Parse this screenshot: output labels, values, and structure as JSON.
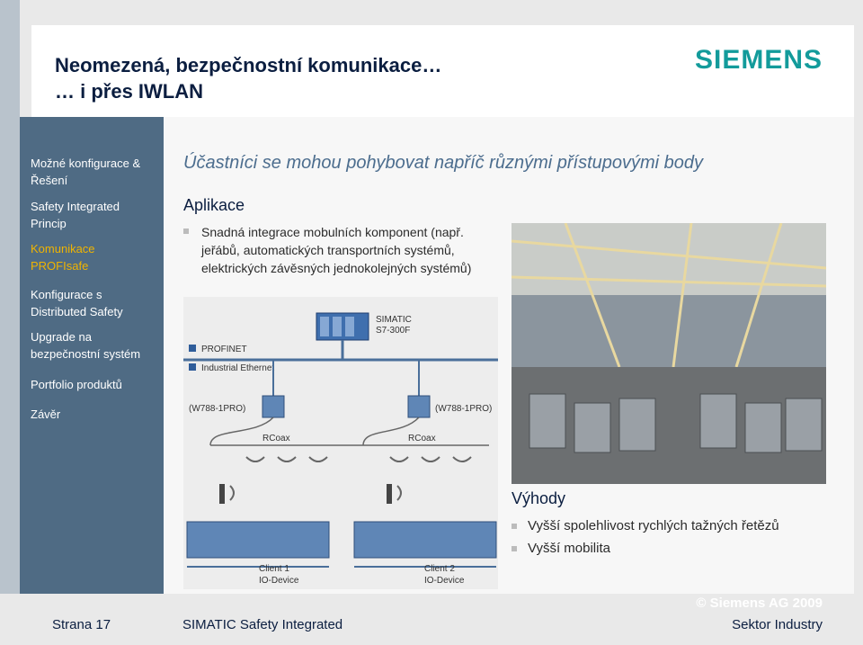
{
  "header": {
    "title_line1": "Neomezená, bezpečnostní komunikace…",
    "title_line2": "… i přes IWLAN",
    "logo": "SIEMENS"
  },
  "sidebar": {
    "items": [
      {
        "line1": "Možné konfigurace &",
        "line2": "Řešení",
        "active": false
      },
      {
        "line1": "Safety Integrated",
        "line2": "Princip",
        "active": false
      },
      {
        "line1": "Komunikace",
        "line2": "PROFIsafe",
        "active": true
      },
      {
        "line1": "Konfigurace s",
        "line2": "Distributed Safety",
        "active": false
      },
      {
        "line1": "Upgrade na",
        "line2": "bezpečnostní systém",
        "active": false
      },
      {
        "line1": "Portfolio produktů",
        "line2": "",
        "active": false
      },
      {
        "line1": "Závěr",
        "line2": "",
        "active": false
      }
    ]
  },
  "main": {
    "headline": "Účastníci se mohou pohybovat napříč různými přístupovými body",
    "section": "Aplikace",
    "bullet": "Snadná integrace mobulních komponent (např. jeřábů, automatických transportních systémů, elektrických závěsných jednokolejných systémů)"
  },
  "diagram": {
    "plc": "SIMATIC\nS7-300F",
    "profinet": "PROFINET",
    "ethernet": "Industrial Ethernet",
    "ap_left": "(W788-1PRO)",
    "ap_right": "(W788-1PRO)",
    "rcoax_left": "RCoax",
    "rcoax_right": "RCoax",
    "client1_a": "Client 1",
    "client1_b": "IO-Device",
    "client2_a": "Client 2",
    "client2_b": "IO-Device"
  },
  "advantages": {
    "title": "Výhody",
    "items": [
      "Vyšší spolehlivost rychlých tažných řetězů",
      "Vyšší mobilita"
    ]
  },
  "footer": {
    "page": "Strana 17",
    "center": "SIMATIC Safety Integrated",
    "copyright": "© Siemens AG 2009",
    "sector": "Sektor Industry"
  },
  "colors": {
    "sidebar": "#4f6b84",
    "active_nav": "#f0b400",
    "brand": "#139b9b",
    "title": "#0b1e40"
  }
}
